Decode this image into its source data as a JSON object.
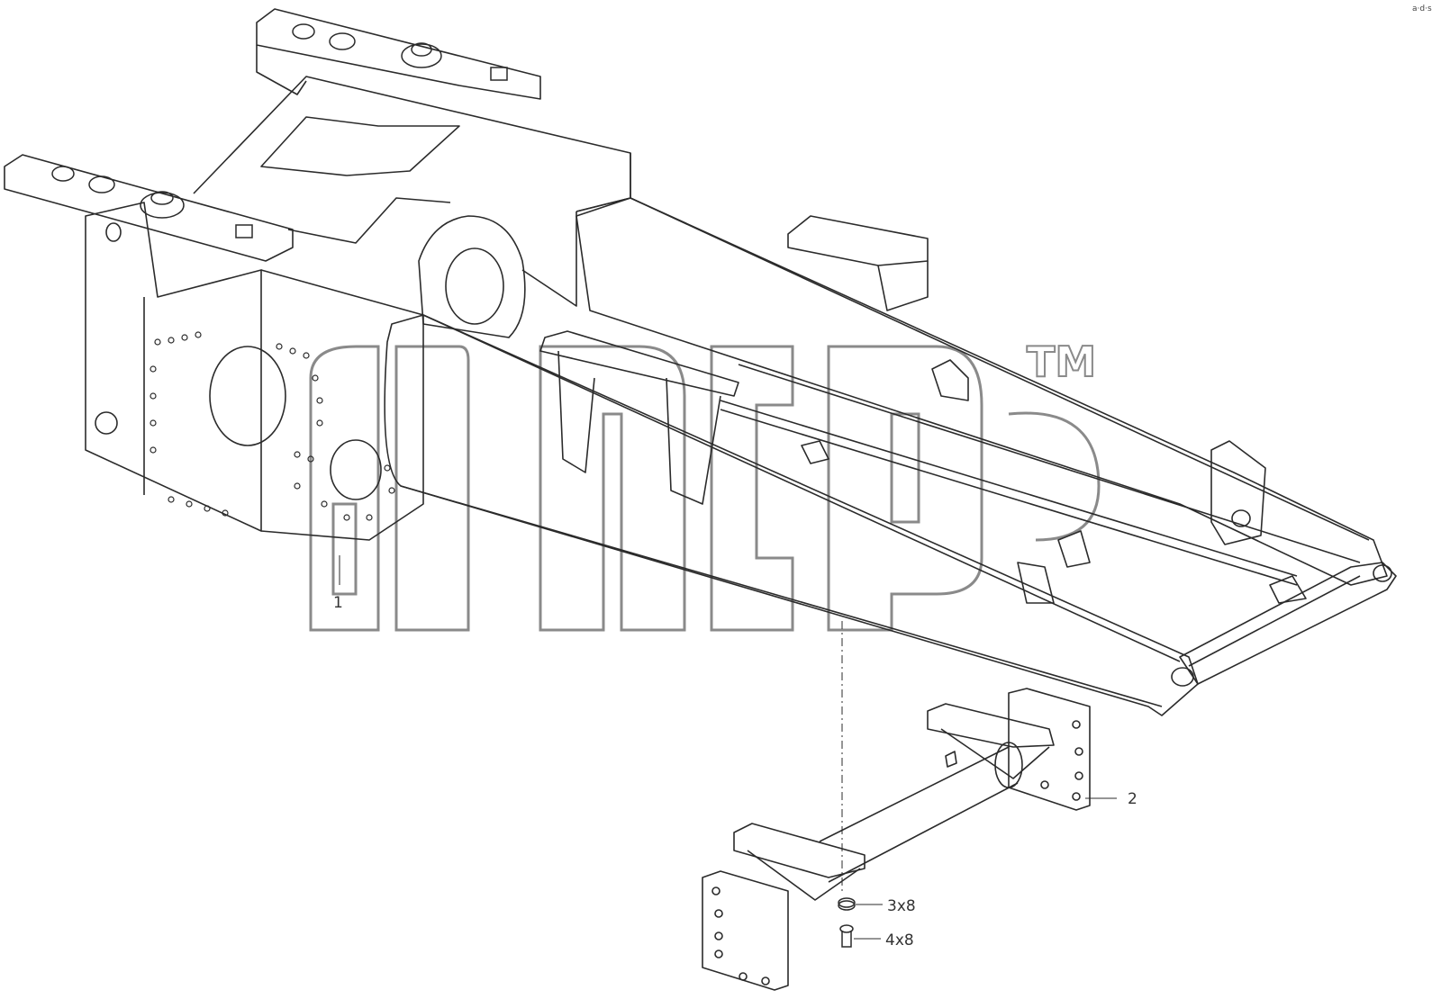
{
  "callouts": {
    "part1": "1",
    "part2": "2",
    "part3": "3x8",
    "part4": "4x8"
  },
  "watermark": {
    "tm": "TM",
    "color": "#8a8a8a"
  },
  "corner_mark": "a·d·s",
  "colors": {
    "line": "#2b2b2b",
    "background": "#ffffff"
  }
}
